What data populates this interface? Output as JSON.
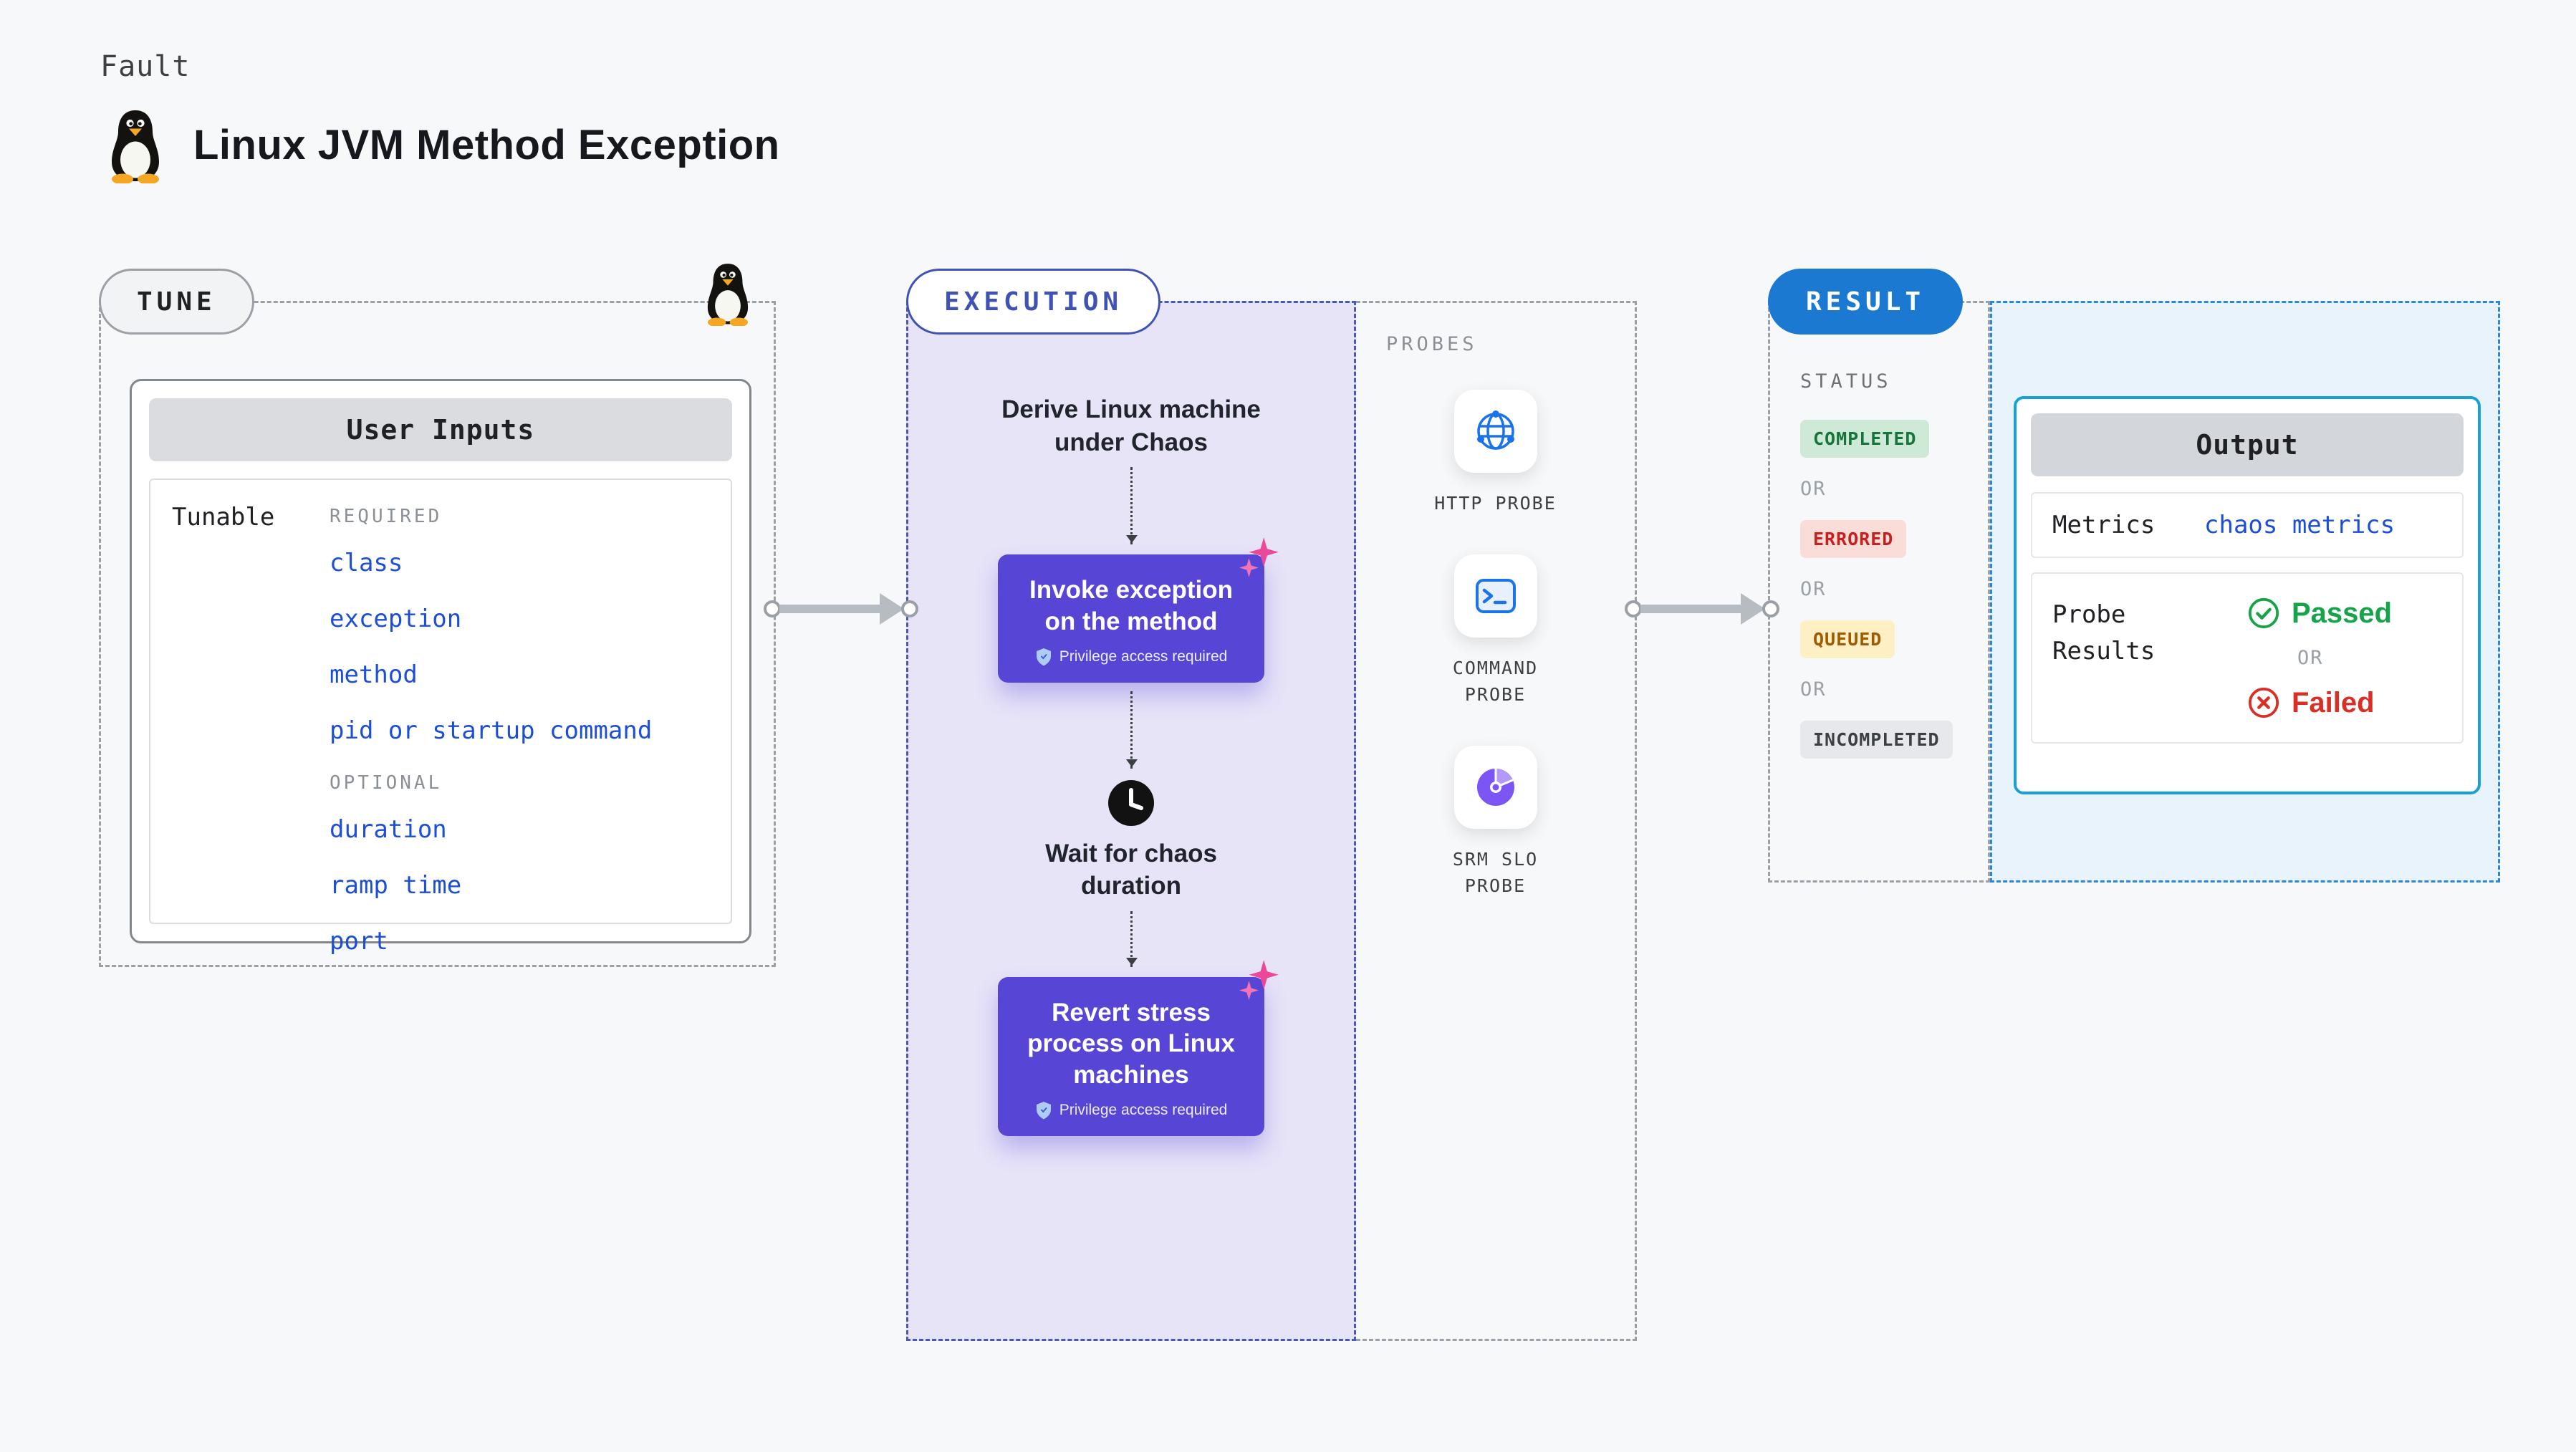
{
  "header": {
    "kicker": "Fault",
    "title": "Linux JVM Method Exception"
  },
  "tune": {
    "label": "TUNE",
    "card_title": "User Inputs",
    "row_label": "Tunable",
    "required_label": "REQUIRED",
    "required_items": [
      "class",
      "exception",
      "method",
      "pid or startup command"
    ],
    "optional_label": "OPTIONAL",
    "optional_items": [
      "duration",
      "ramp time",
      "port"
    ]
  },
  "execution": {
    "label": "EXECUTION",
    "derive_step": "Derive Linux machine under Chaos",
    "invoke_action": "Invoke exception on the method",
    "privilege_badge": "Privilege access required",
    "wait_step": "Wait for chaos duration",
    "revert_action": "Revert stress process on Linux machines"
  },
  "probes": {
    "label": "PROBES",
    "items": [
      {
        "name": "HTTP PROBE",
        "icon": "globe-icon"
      },
      {
        "name": "COMMAND PROBE",
        "icon": "terminal-icon"
      },
      {
        "name": "SRM SLO PROBE",
        "icon": "pie-chart-icon"
      }
    ]
  },
  "result": {
    "label": "RESULT",
    "status_label": "STATUS",
    "or_label": "OR",
    "statuses": [
      {
        "label": "COMPLETED",
        "color": "green"
      },
      {
        "label": "ERRORED",
        "color": "red"
      },
      {
        "label": "QUEUED",
        "color": "yellow"
      },
      {
        "label": "INCOMPLETED",
        "color": "gray"
      }
    ],
    "output": {
      "title": "Output",
      "metrics_label": "Metrics",
      "metrics_value": "chaos metrics",
      "probe_results_label": "Probe Results",
      "passed_label": "Passed",
      "failed_label": "Failed"
    }
  },
  "colors": {
    "action_purple": "#5746d6",
    "execution_accent": "#4053b4",
    "result_blue": "#1b79d2",
    "link_blue": "#1d4ed8",
    "passed_green": "#16a34a",
    "failed_red": "#d93025",
    "sparkle_pink": "#ec4899",
    "probe_icon_blue": "#1a73e8",
    "srm_icon_purple": "#7c56f4",
    "completed_bg": "#ceead6",
    "completed_fg": "#17743a",
    "errored_bg": "#fadcd9",
    "errored_fg": "#c5221f",
    "queued_bg": "#fdf0c5",
    "queued_fg": "#a05a00",
    "incompleted_bg": "#e6e8ec",
    "incompleted_fg": "#3c4043"
  }
}
